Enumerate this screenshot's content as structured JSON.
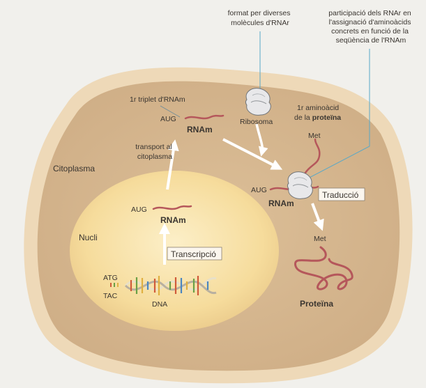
{
  "colors": {
    "background": "#f1f0ec",
    "cell_rim": "#eed9b8",
    "cytoplasm": "#d6b791",
    "nucleus": "#f8e2a8",
    "rna": "#b5575b",
    "callout_line": "#58a8c8",
    "arrow": "#ffffff"
  },
  "labels": {
    "callout_ribosome": [
      "format per diverses",
      "molècules d'RNAr"
    ],
    "callout_rnar": [
      "participació dels RNAr en",
      "l'assignació d'aminoàcids",
      "concrets en funció de la",
      "seqüència de l'RNAm"
    ],
    "triplet": "1r triplet d'RNAm",
    "aug_top": "AUG",
    "rnam_top": "RNAm",
    "ribosome": "Ribosoma",
    "aminoacid_line1": "1r aminoàcid",
    "aminoacid_line2_prefix": "de la ",
    "aminoacid_line2_bold": "proteïna",
    "met_top": "Met",
    "transport_line1": "transport al",
    "transport_line2": "citoplasma",
    "citoplasma": "Citoplasma",
    "aug_mid": "AUG",
    "rnam_mid": "RNAm",
    "aug_right": "AUG",
    "rnam_right": "RNAm",
    "traduccio": "Traducció",
    "nucli": "Nucli",
    "transcripcio": "Transcripció",
    "met_bottom": "Met",
    "atg": "ATG",
    "tac": "TAC",
    "dna": "DNA",
    "proteina": "Proteïna"
  },
  "icons": [
    "ribosome-icon",
    "dna-helix-icon",
    "rna-strand-icon",
    "protein-chain-icon"
  ]
}
